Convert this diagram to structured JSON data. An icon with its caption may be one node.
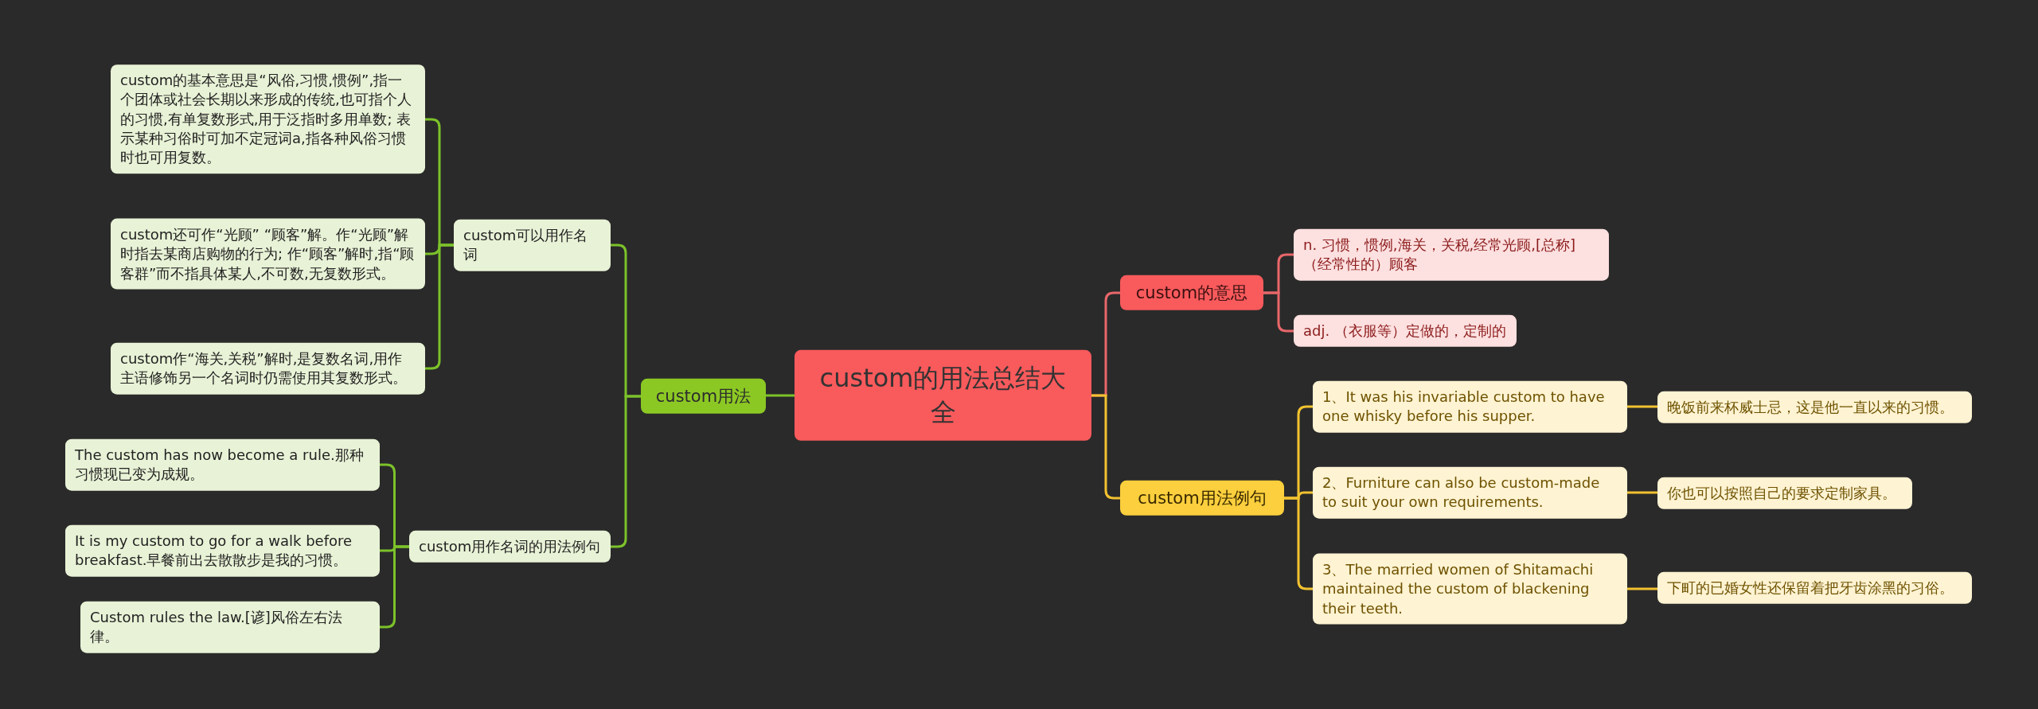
{
  "diagram": {
    "nodes": [
      {
        "text": [
          "custom的用法总结大全"
        ]
      },
      {
        "text": [
          "custom用法"
        ]
      },
      {
        "text": [
          "custom可以用作名词"
        ]
      },
      {
        "text": [
          "custom的基本意思是“风俗,习惯,惯例”,指一个团体或社会长期以来形成的传统,也可指个人的习惯,有单复数形式,用于泛指时多用单数; 表示某种习俗时可加不定冠词a,指各种风俗习惯时也可用复数。"
        ]
      },
      {
        "text": [
          "custom还可作“光顾” “顾客”解。作“光顾”解时指去某商店购物的行为; 作“顾客”解时,指“顾客群”而不指具体某人,不可数,无复数形式。"
        ]
      },
      {
        "text": [
          "custom作“海关,关税”解时,是复数名词,用作主语修饰另一个名词时仍需使用其复数形式。"
        ]
      },
      {
        "text": [
          "custom用作名词的用法例句"
        ]
      },
      {
        "text": [
          "The custom has now become a rule.那种习惯现已变为成规。"
        ]
      },
      {
        "text": [
          "It is my custom to go for a walk before breakfast.早餐前出去散散步是我的习惯。"
        ]
      },
      {
        "text": [
          "Custom rules the law.[谚]风俗左右法律。"
        ]
      },
      {
        "text": [
          "custom的意思"
        ]
      },
      {
        "text": [
          "n. 习惯，惯例,海关，关税,经常光顾,[总称]（经常性的）顾客"
        ]
      },
      {
        "text": [
          "adj. （衣服等）定做的，定制的"
        ]
      },
      {
        "text": [
          "custom用法例句"
        ]
      },
      {
        "text": [
          "1、It was his invariable custom to have one whisky before his supper."
        ]
      },
      {
        "text": [
          "2、Furniture can also be custom-made to suit your own requirements."
        ]
      },
      {
        "text": [
          "3、The married women of Shitamachi maintained the custom of blackening their teeth."
        ]
      },
      {
        "text": [
          "晚饭前来杯威士忌，这是他一直以来的习惯。"
        ]
      },
      {
        "text": [
          "你也可以按照自己的要求定制家具。"
        ]
      },
      {
        "text": [
          "下町的已婚女性还保留着把牙齿涂黑的习俗。"
        ]
      }
    ],
    "edges": [
      {
        "from": 0,
        "to": 1,
        "arrow": "none"
      },
      {
        "from": 1,
        "to": 2,
        "arrow": "none"
      },
      {
        "from": 2,
        "to": 3,
        "arrow": "none"
      },
      {
        "from": 2,
        "to": 4,
        "arrow": "none"
      },
      {
        "from": 2,
        "to": 5,
        "arrow": "none"
      },
      {
        "from": 1,
        "to": 6,
        "arrow": "none"
      },
      {
        "from": 6,
        "to": 7,
        "arrow": "none"
      },
      {
        "from": 6,
        "to": 8,
        "arrow": "none"
      },
      {
        "from": 6,
        "to": 9,
        "arrow": "none"
      },
      {
        "from": 0,
        "to": 10,
        "arrow": "none",
        "color": "#e8676a"
      },
      {
        "from": 10,
        "to": 11,
        "arrow": "none",
        "color": "#e8676a"
      },
      {
        "from": 10,
        "to": 12,
        "arrow": "none",
        "color": "#e8676a"
      },
      {
        "from": 0,
        "to": 13,
        "arrow": "none",
        "color": "#f2c230"
      },
      {
        "from": 13,
        "to": 14,
        "arrow": "none",
        "color": "#f2c230"
      },
      {
        "from": 13,
        "to": 15,
        "arrow": "none",
        "color": "#f2c230"
      },
      {
        "from": 13,
        "to": 16,
        "arrow": "none",
        "color": "#f2c230"
      },
      {
        "from": 14,
        "to": 17,
        "arrow": "none",
        "color": "#f2c230"
      },
      {
        "from": 15,
        "to": 18,
        "arrow": "none",
        "color": "#f2c230"
      },
      {
        "from": 16,
        "to": 19,
        "arrow": "none",
        "color": "#f2c230"
      }
    ]
  }
}
